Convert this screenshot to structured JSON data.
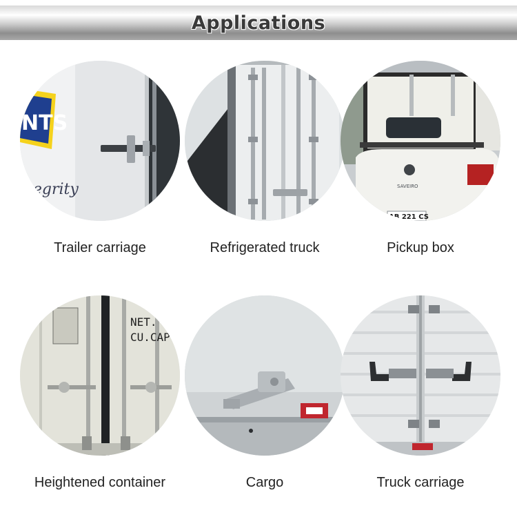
{
  "header": {
    "title": "Applications"
  },
  "applications": [
    {
      "label": "Trailer carriage"
    },
    {
      "label": "Refrigerated truck"
    },
    {
      "label": "Pickup box"
    },
    {
      "label": "Heightened container"
    },
    {
      "label": "Cargo"
    },
    {
      "label": "Truck carriage"
    }
  ],
  "photo_text": {
    "trailer_logo": "NTS",
    "trailer_slogan": "tegrity",
    "pickup_badge": "SAVEIRO",
    "pickup_plate": "AB 221 CS",
    "container_stencil_1": "NET.",
    "container_stencil_2": "CU.CAP."
  }
}
